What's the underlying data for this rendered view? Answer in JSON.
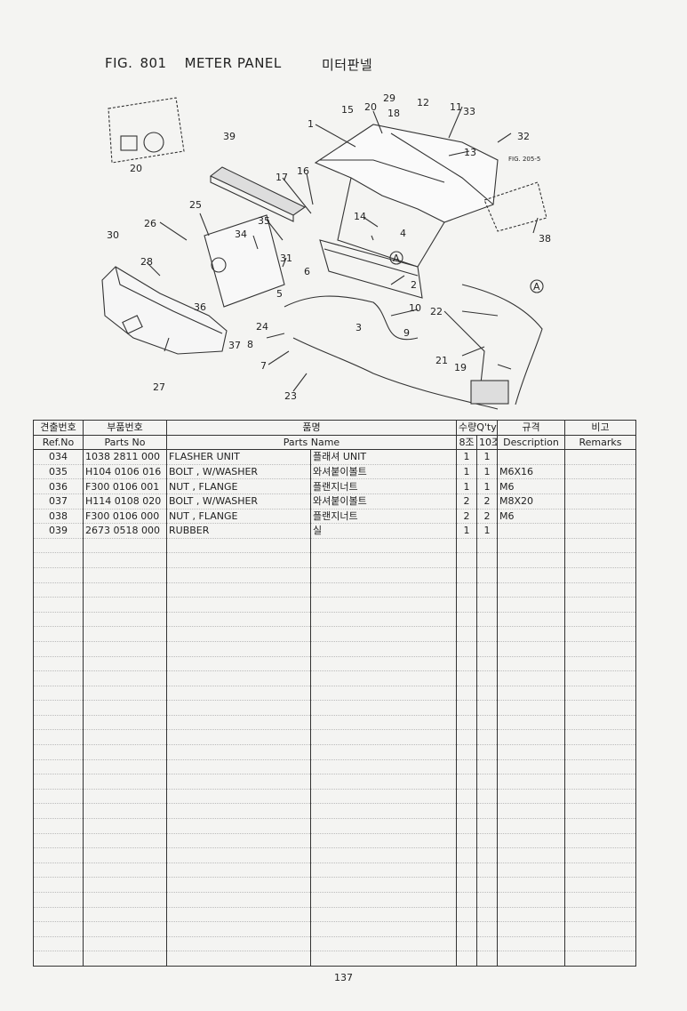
{
  "header": {
    "fig_label": "FIG.",
    "fig_number": "801",
    "title_en": "METER PANEL",
    "title_kr": "미터판넬"
  },
  "diagram": {
    "callouts": [
      "1",
      "2",
      "3",
      "4",
      "5",
      "6",
      "7",
      "8",
      "9",
      "10",
      "11",
      "12",
      "13",
      "14",
      "15",
      "16",
      "17",
      "18",
      "19",
      "20",
      "20",
      "21",
      "22",
      "23",
      "24",
      "25",
      "26",
      "27",
      "28",
      "29",
      "30",
      "31",
      "32",
      "33",
      "34",
      "35",
      "36",
      "37",
      "38",
      "39",
      "A",
      "A"
    ],
    "reference": "FIG. 205-5"
  },
  "table": {
    "headers": {
      "ref_kr": "견출번호",
      "ref_en": "Ref.No",
      "parts_no_kr": "부품번호",
      "parts_no_en": "Parts No",
      "name_kr": "품명",
      "name_en": "Parts Name",
      "qty_kr": "수량Q'ty",
      "qty_8": "8조",
      "qty_10": "10조",
      "desc_kr": "규격",
      "desc_en": "Description",
      "remarks_kr": "비고",
      "remarks_en": "Remarks"
    },
    "rows": [
      {
        "ref": "034",
        "parts_no": "1038 2811 000",
        "name_en": "FLASHER UNIT",
        "name_kr": "플래셔 UNIT",
        "q8": "1",
        "q10": "1",
        "desc": "",
        "remarks": ""
      },
      {
        "ref": "035",
        "parts_no": "H104 0106 016",
        "name_en": "BOLT , W/WASHER",
        "name_kr": "와셔붙이볼트",
        "q8": "1",
        "q10": "1",
        "desc": "M6X16",
        "remarks": ""
      },
      {
        "ref": "036",
        "parts_no": "F300 0106 001",
        "name_en": "NUT , FLANGE",
        "name_kr": "플랜지너트",
        "q8": "1",
        "q10": "1",
        "desc": "M6",
        "remarks": ""
      },
      {
        "ref": "037",
        "parts_no": "H114 0108 020",
        "name_en": "BOLT , W/WASHER",
        "name_kr": "와셔붙이볼트",
        "q8": "2",
        "q10": "2",
        "desc": "M8X20",
        "remarks": ""
      },
      {
        "ref": "038",
        "parts_no": "F300 0106 000",
        "name_en": "NUT , FLANGE",
        "name_kr": "플랜지너트",
        "q8": "2",
        "q10": "2",
        "desc": "M6",
        "remarks": ""
      },
      {
        "ref": "039",
        "parts_no": "2673 0518 000",
        "name_en": "RUBBER",
        "name_kr": "실",
        "q8": "1",
        "q10": "1",
        "desc": "",
        "remarks": ""
      }
    ]
  },
  "page_number": "137"
}
